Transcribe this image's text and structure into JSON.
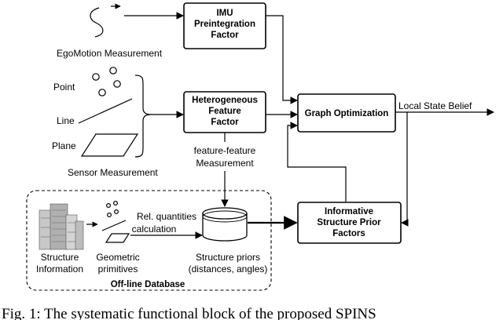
{
  "blocks": {
    "imu": [
      "IMU",
      "Preintegration",
      "Factor"
    ],
    "hetero": [
      "Heterogeneous",
      "Feature",
      "Factor"
    ],
    "graph": [
      "Graph Optimization"
    ],
    "informative": [
      "Informative",
      "Structure Prior",
      "Factors"
    ]
  },
  "labels": {
    "egomotion": "EgoMotion Measurement",
    "point": "Point",
    "line": "Line",
    "plane": "Plane",
    "sensor": "Sensor Measurement",
    "feature_feature": [
      "feature-feature",
      "Measurement"
    ],
    "local_state": "Local  State Belief",
    "rel_quantities": [
      "Rel. quantities",
      "calculation"
    ],
    "structure_info": [
      "Structure",
      "Information"
    ],
    "geometric": [
      "Geometric",
      "primitives"
    ],
    "structure_priors": [
      "Structure priors",
      "(distances, angles)"
    ],
    "offline_db": "Off-line Database"
  },
  "caption": "Fig. 1: The systematic functional block of the proposed SPINS"
}
